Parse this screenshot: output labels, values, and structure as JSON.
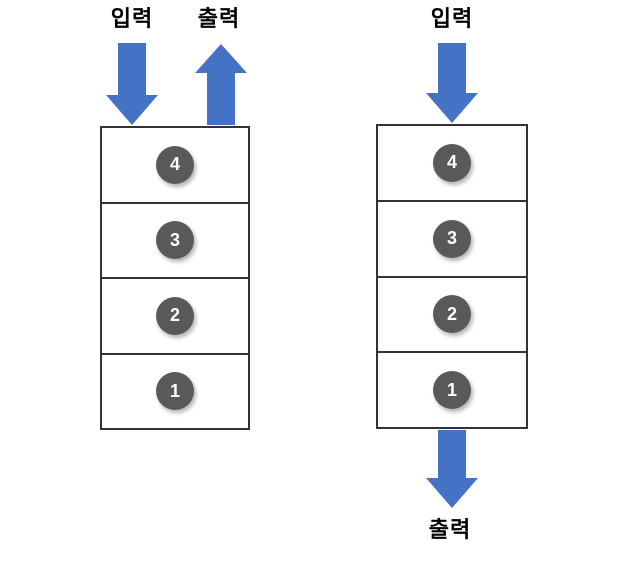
{
  "colors": {
    "background": "#ffffff",
    "arrow": "#4472C4",
    "cell-border": "#333333",
    "circle-fill": "#595959",
    "circle-text": "#ffffff",
    "label-text": "#000000"
  },
  "left": {
    "input_label": "입력",
    "output_label": "출력",
    "cells": [
      "4",
      "3",
      "2",
      "1"
    ]
  },
  "right": {
    "input_label": "입력",
    "output_label": "출력",
    "cells": [
      "4",
      "3",
      "2",
      "1"
    ]
  }
}
